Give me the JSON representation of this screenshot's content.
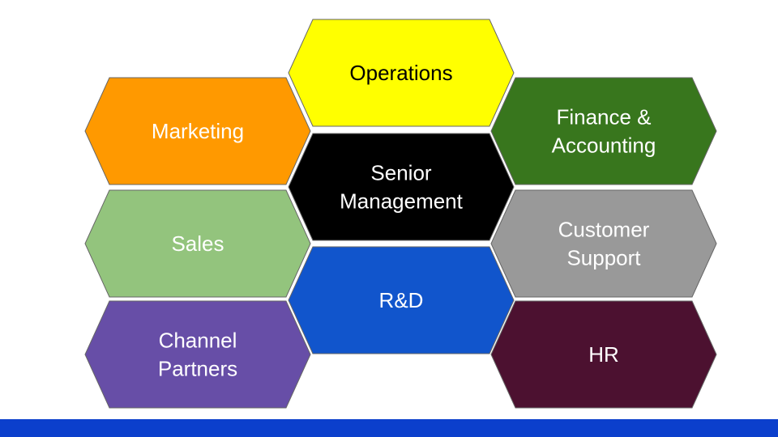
{
  "departments": [
    {
      "id": "operations",
      "lines": [
        "Operations"
      ],
      "fill": "#FFFF00",
      "text_color": "#000000"
    },
    {
      "id": "marketing",
      "lines": [
        "Marketing"
      ],
      "fill": "#FF9900",
      "text_color": "#FFFFFF"
    },
    {
      "id": "finance",
      "lines": [
        "Finance &",
        "Accounting"
      ],
      "fill": "#38761D",
      "text_color": "#FFFFFF"
    },
    {
      "id": "senior-management",
      "lines": [
        "Senior",
        "Management"
      ],
      "fill": "#000000",
      "text_color": "#FFFFFF"
    },
    {
      "id": "sales",
      "lines": [
        "Sales"
      ],
      "fill": "#93C47D",
      "text_color": "#FFFFFF"
    },
    {
      "id": "customer-support",
      "lines": [
        "Customer",
        "Support"
      ],
      "fill": "#999999",
      "text_color": "#FFFFFF"
    },
    {
      "id": "rnd",
      "lines": [
        "R&D"
      ],
      "fill": "#1155CC",
      "text_color": "#FFFFFF"
    },
    {
      "id": "channel-partners",
      "lines": [
        "Channel",
        "Partners"
      ],
      "fill": "#674EA7",
      "text_color": "#FFFFFF"
    },
    {
      "id": "hr",
      "lines": [
        "HR"
      ],
      "fill": "#4C1130",
      "text_color": "#FFFFFF"
    }
  ],
  "colors": {
    "background": "#FFFFFF",
    "hex_stroke": "#666666",
    "bottom_bar": "#0B3FCC"
  }
}
